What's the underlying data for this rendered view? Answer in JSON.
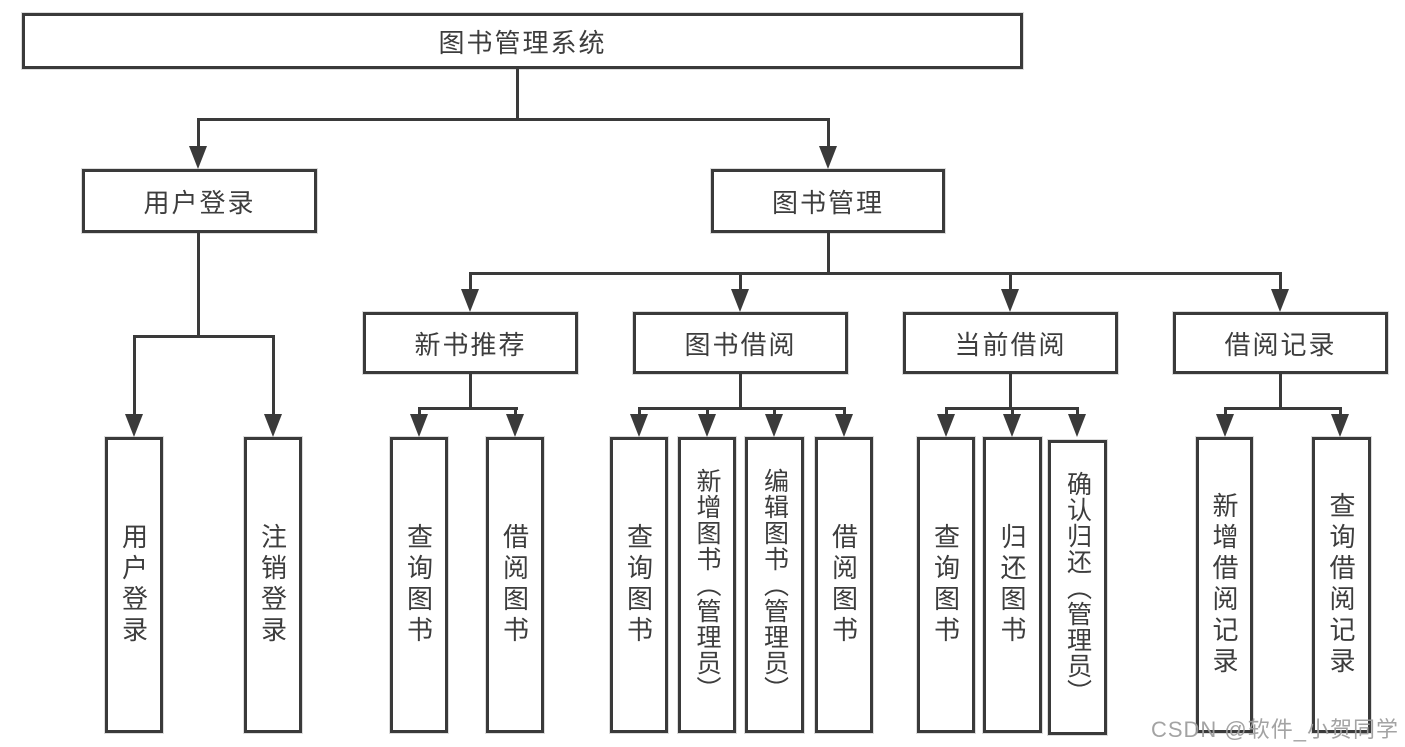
{
  "title": "图书管理系统",
  "branches": [
    {
      "label": "用户登录",
      "children": [
        "用户登录",
        "注销登录"
      ]
    },
    {
      "label": "图书管理",
      "children": [
        {
          "label": "新书推荐",
          "children": [
            "查询图书",
            "借阅图书"
          ]
        },
        {
          "label": "图书借阅",
          "children": [
            "查询图书",
            "新增图书（管理员）",
            "编辑图书（管理员）",
            "借阅图书"
          ]
        },
        {
          "label": "当前借阅",
          "children": [
            "查询图书",
            "归还图书",
            "确认归还（管理员）"
          ]
        },
        {
          "label": "借阅记录",
          "children": [
            "新增借阅记录",
            "查询借阅记录"
          ]
        }
      ]
    }
  ],
  "colors": {
    "line": "#3a3a3a",
    "text": "#3d3d3d",
    "background": "#ffffff",
    "watermark": "#9e9e9e"
  },
  "watermark": "CSDN @软件_小贺同学"
}
